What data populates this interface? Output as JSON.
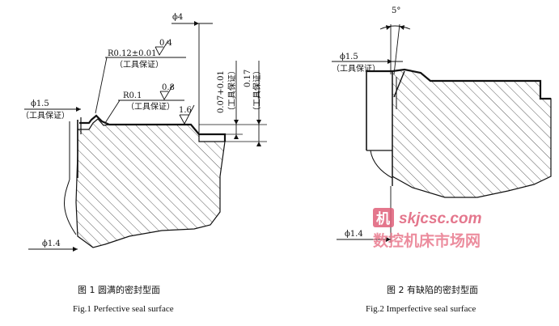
{
  "figure1": {
    "caption_cn": "图 1   圆满的密封型面",
    "caption_en": "Fig.1    Perfective seal surface",
    "labels": {
      "phi4": "ϕ4",
      "r012": "R0.12±0.01",
      "r012_sub": "（工具保证）",
      "ra04": "0.4",
      "r01": "R0.1",
      "r01_sub": "（工具保证）",
      "ra08": "0.8",
      "ra16": "1.6",
      "phi15": "ϕ1.5",
      "phi15_sub": "（工具保证）",
      "phi14": "ϕ1.4",
      "depth1": "0.07+0.01",
      "depth1_sub": "（工具保证）",
      "depth2": "0.17",
      "depth2_sub": "（工具保证）"
    }
  },
  "figure2": {
    "caption_cn": "图 2   有缺陷的密封型面",
    "caption_en": "Fig.2    Imperfective seal surface",
    "labels": {
      "angle": "5°",
      "phi15": "ϕ1.5",
      "phi15_sub": "（工具保证）",
      "phi14": "ϕ1.4"
    }
  },
  "watermark": {
    "logo_char": "机",
    "domain": "skjcsc.com",
    "site_name": "数控机床市场网"
  },
  "colors": {
    "line": "#111111",
    "hatch": "#333333",
    "watermark": "#e0607a"
  }
}
